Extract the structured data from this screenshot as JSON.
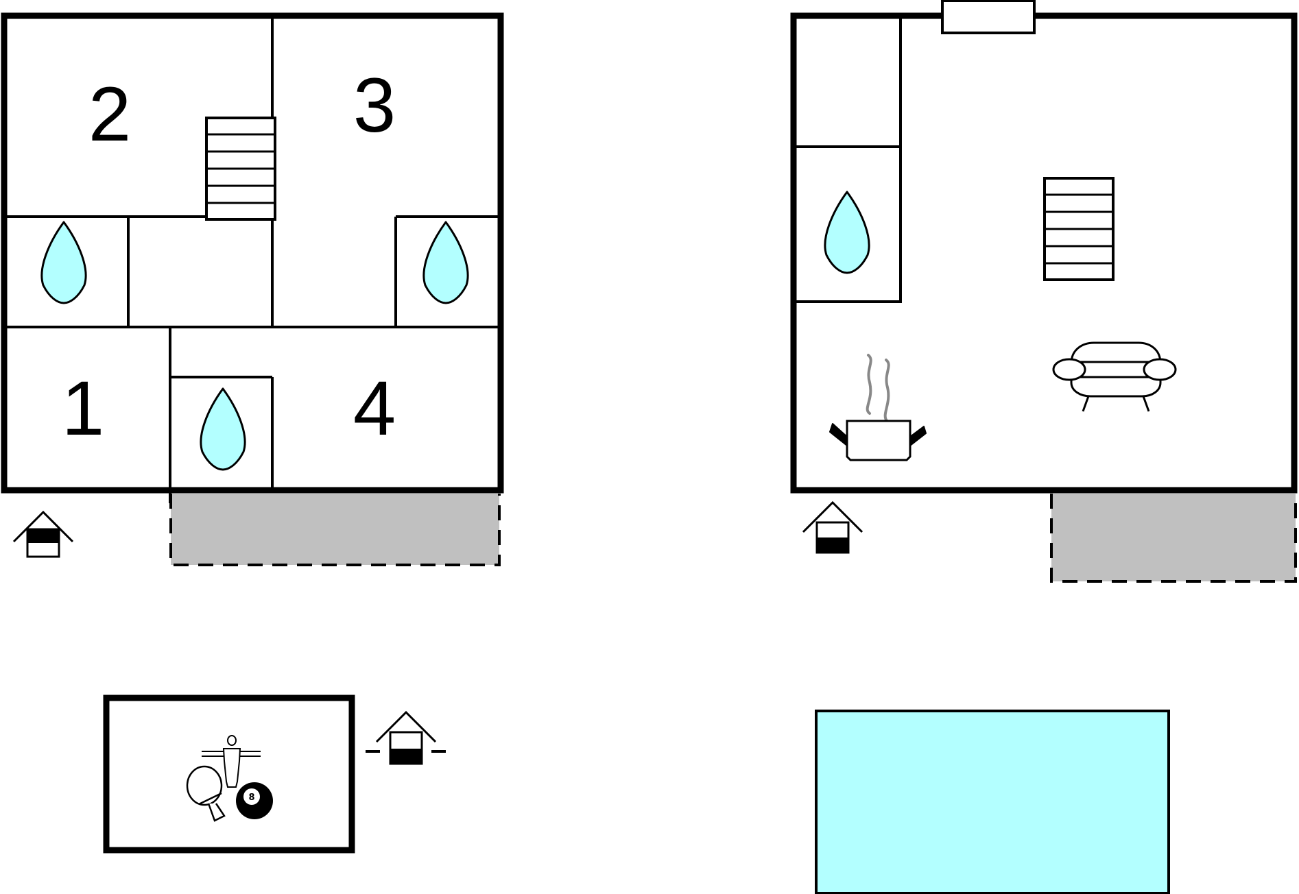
{
  "floorplan": {
    "upper_floor": {
      "rooms": [
        {
          "label": "2",
          "type": "bedroom"
        },
        {
          "label": "3",
          "type": "bedroom"
        },
        {
          "label": "1",
          "type": "bedroom"
        },
        {
          "label": "4",
          "type": "bedroom"
        }
      ],
      "bathroom_count": 3,
      "has_stairs": true,
      "has_terrace": true,
      "has_entrance": true
    },
    "ground_floor": {
      "bathroom_count": 1,
      "has_stairs": true,
      "has_kitchen": true,
      "has_living_room": true,
      "has_terrace": true,
      "has_entrance": true
    },
    "annex": {
      "activities": [
        "table-tennis",
        "table-football",
        "billiards"
      ],
      "billiard_ball_number": "8"
    },
    "pool": {
      "present": true
    }
  },
  "colors": {
    "wall": "#000000",
    "water": "#b3ffff",
    "terrace": "#c0c0c0",
    "steam": "#888888",
    "background": "#ffffff"
  },
  "icons": [
    "water-drop-icon",
    "stairs-icon",
    "entrance-house-icon",
    "sofa-icon",
    "cooking-pot-icon",
    "table-tennis-icon",
    "table-football-icon",
    "billiard-ball-icon"
  ]
}
